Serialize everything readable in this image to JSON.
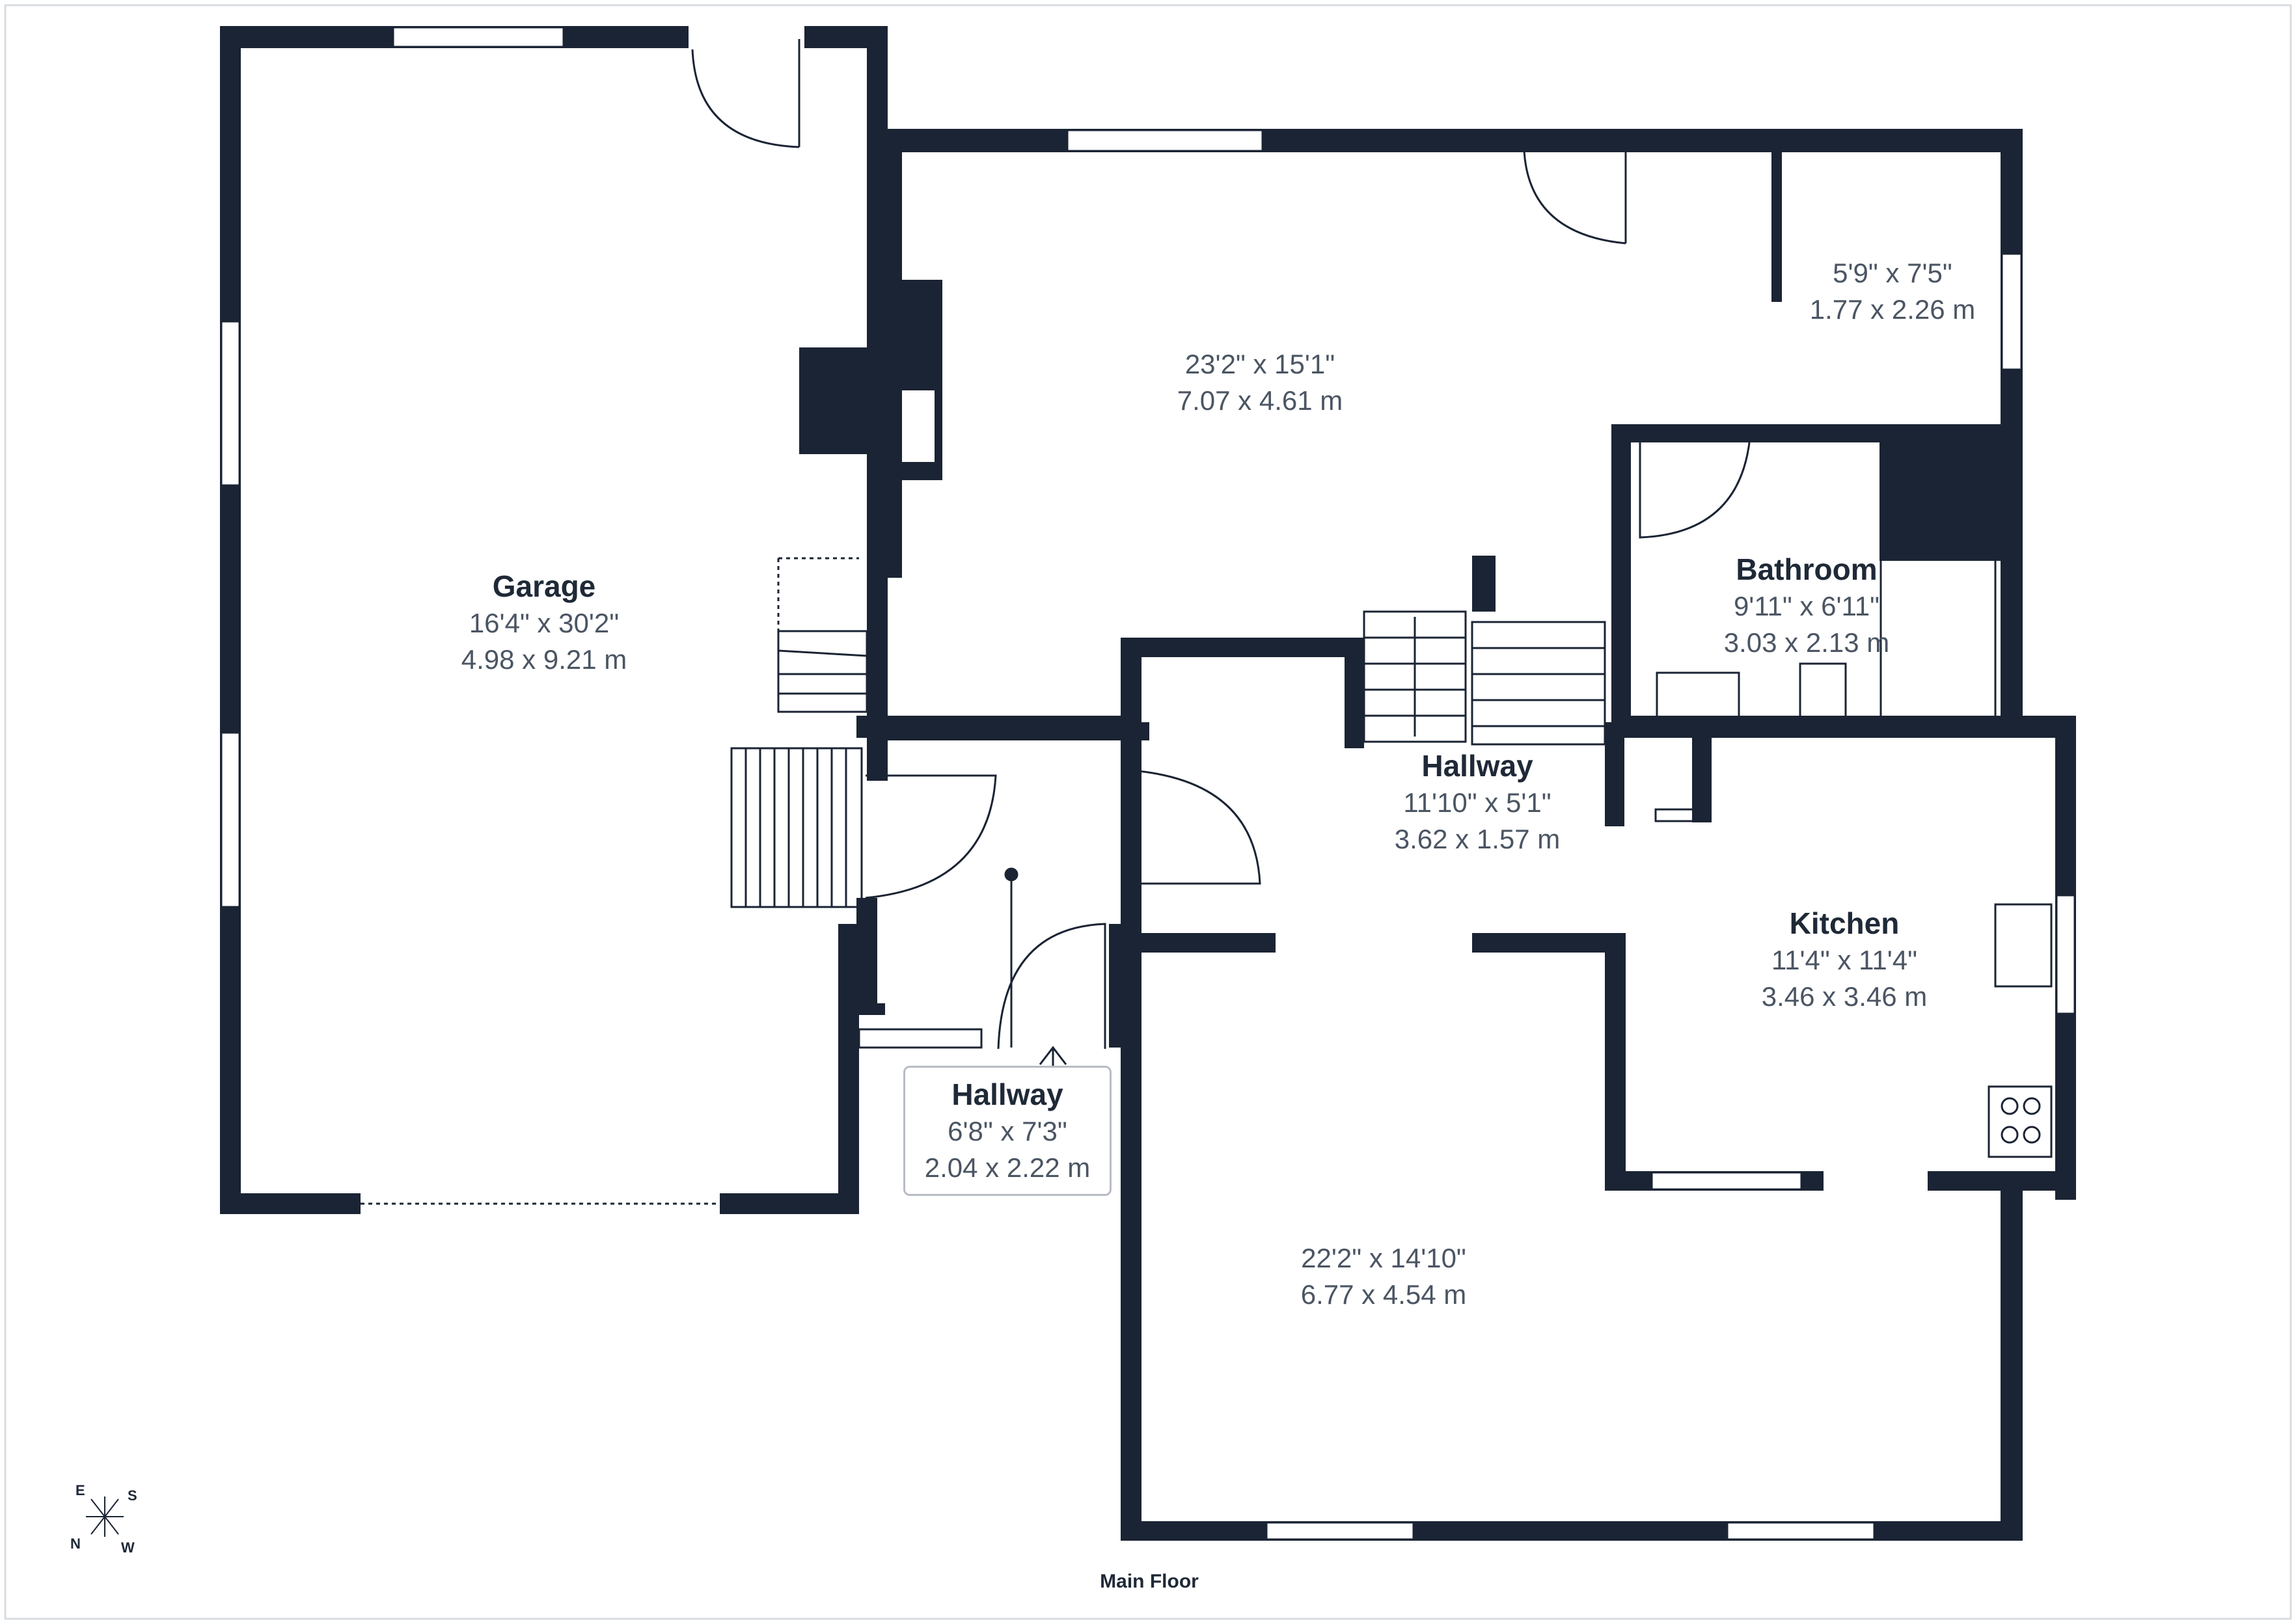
{
  "floor": {
    "title": "Main Floor"
  },
  "colors": {
    "wall": "#1b2434",
    "label": "#4b5563",
    "heading": "#1f2937",
    "frame": "#b7bcc4"
  },
  "compass": {
    "e": "E",
    "s": "S",
    "n": "N",
    "w": "W"
  },
  "rooms": {
    "garage": {
      "name": "Garage",
      "imperial": "16'4\" x 30'2\"",
      "metric": "4.98 x 9.21 m"
    },
    "living": {
      "imperial": "23'2\" x 15'1\"",
      "metric": "7.07 x 4.61 m"
    },
    "closet": {
      "imperial": "5'9\" x 7'5\"",
      "metric": "1.77 x 2.26 m"
    },
    "bathroom": {
      "name": "Bathroom",
      "imperial": "9'11\" x 6'11\"",
      "metric": "3.03 x 2.13 m"
    },
    "hallway_upper": {
      "name": "Hallway",
      "imperial": "11'10\" x 5'1\"",
      "metric": "3.62 x 1.57 m"
    },
    "hallway_entry": {
      "name": "Hallway",
      "imperial": "6'8\" x 7'3\"",
      "metric": "2.04 x 2.22 m"
    },
    "kitchen": {
      "name": "Kitchen",
      "imperial": "11'4\" x 11'4\"",
      "metric": "3.46 x 3.46 m"
    },
    "family": {
      "imperial": "22'2\" x 14'10\"",
      "metric": "6.77 x 4.54 m"
    }
  }
}
